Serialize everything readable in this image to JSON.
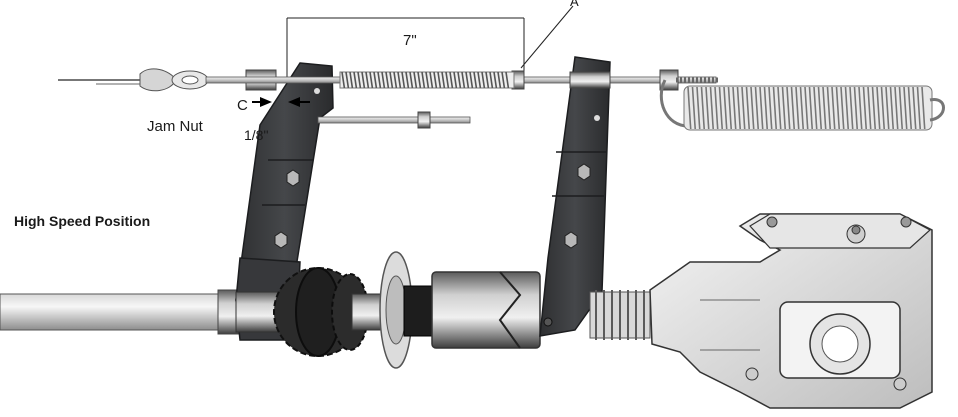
{
  "labels": {
    "dimension": "7\"",
    "c_label": "C",
    "jam_nut": "Jam Nut",
    "gap": "1/8\"",
    "position": "High Speed Position",
    "callout": "A"
  },
  "colors": {
    "bracket": "#3b3c3e",
    "bracket_edge": "#1c1d1f",
    "metal_light": "#e3e3e3",
    "metal_mid": "#b9b9b9",
    "metal_dark": "#6e6e6e",
    "sprocket": "#262626",
    "outline": "#333333"
  }
}
